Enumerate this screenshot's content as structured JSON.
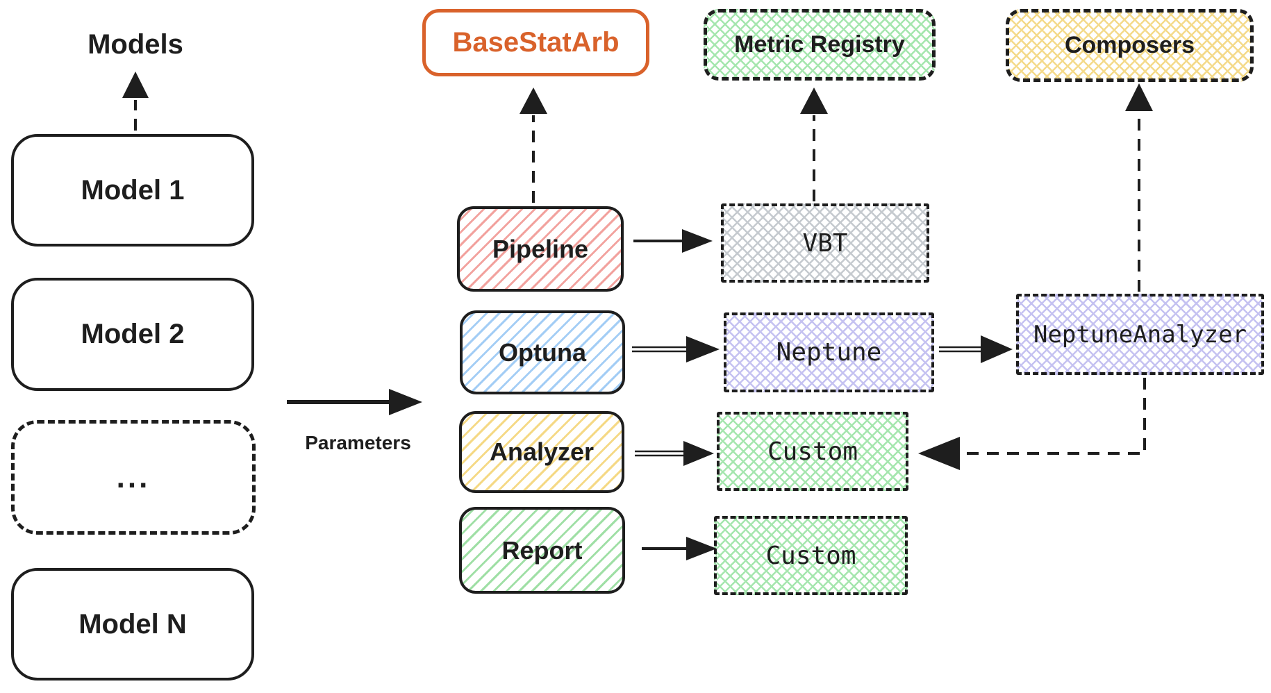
{
  "canvas": {
    "background": "#ffffff"
  },
  "labels": {
    "models": "Models",
    "parameters": "Parameters"
  },
  "left_column": {
    "boxes": [
      {
        "label": "Model 1",
        "style": "solid"
      },
      {
        "label": "Model 2",
        "style": "solid"
      },
      {
        "label": "...",
        "style": "dashed"
      },
      {
        "label": "Model N",
        "style": "solid"
      }
    ]
  },
  "core": {
    "title": "BaseStatArb",
    "stages": [
      {
        "label": "Pipeline",
        "fill": "red-hachure"
      },
      {
        "label": "Optuna",
        "fill": "blue-hachure"
      },
      {
        "label": "Analyzer",
        "fill": "yellow-hachure"
      },
      {
        "label": "Report",
        "fill": "green-hachure"
      }
    ]
  },
  "registry": {
    "title": "Metric Registry",
    "items": [
      {
        "label": "VBT",
        "fill": "gray-crosshatch"
      },
      {
        "label": "Neptune",
        "fill": "purple-crosshatch"
      },
      {
        "label": "Custom",
        "fill": "green-crosshatch"
      },
      {
        "label": "Custom",
        "fill": "green-crosshatch"
      }
    ]
  },
  "composers": {
    "title": "Composers",
    "items": [
      {
        "label": "NeptuneAnalyzer",
        "fill": "purple-crosshatch"
      }
    ]
  },
  "edges": [
    {
      "from": "Model 1",
      "to": "Models label",
      "style": "dashed-arrow"
    },
    {
      "from": "Models group",
      "to": "Core group",
      "style": "solid-arrow",
      "label": "Parameters"
    },
    {
      "from": "Pipeline",
      "to": "BaseStatArb",
      "style": "dashed-arrow"
    },
    {
      "from": "Pipeline",
      "to": "VBT",
      "style": "solid-arrow"
    },
    {
      "from": "Optuna",
      "to": "Neptune",
      "style": "double-arrow"
    },
    {
      "from": "Analyzer",
      "to": "Custom",
      "style": "double-arrow"
    },
    {
      "from": "Report",
      "to": "Custom",
      "style": "solid-arrow"
    },
    {
      "from": "Neptune",
      "to": "NeptuneAnalyzer",
      "style": "double-arrow"
    },
    {
      "from": "VBT",
      "to": "Metric Registry",
      "style": "dashed-arrow"
    },
    {
      "from": "NeptuneAnalyzer",
      "to": "Composers",
      "style": "dashed-arrow"
    },
    {
      "from": "Composers",
      "to": "Custom",
      "style": "dashed-arrow"
    }
  ],
  "colors": {
    "ink": "#1e1e1e",
    "accent_orange": "#d9622b",
    "hachure_red": "#f2a29e",
    "hachure_blue": "#a3cdf5",
    "hachure_yellow": "#f5d985",
    "hachure_green": "#9fdfa5",
    "crosshatch_gray": "#c5cacf",
    "crosshatch_purple": "#c5c2f1",
    "crosshatch_green": "#a5e6ae",
    "crosshatch_yellow": "#f4da8a"
  }
}
